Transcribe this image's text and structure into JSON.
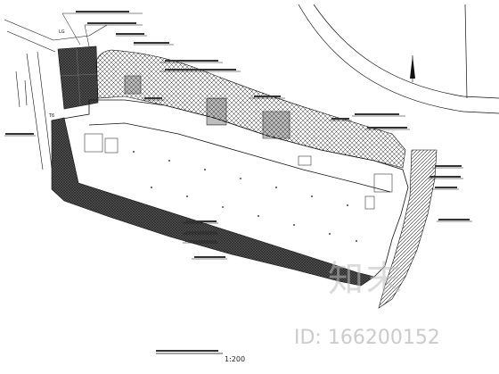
{
  "drawing": {
    "scale": "1:200",
    "label_lg": "LG",
    "label_t6": "T6"
  },
  "watermark": {
    "logo": "知末",
    "id": "ID: 166200152",
    "color": "#bdbdbd"
  },
  "colors": {
    "line": "#111111",
    "hatch_dark": "#3a3a3a",
    "background": "#ffffff"
  }
}
